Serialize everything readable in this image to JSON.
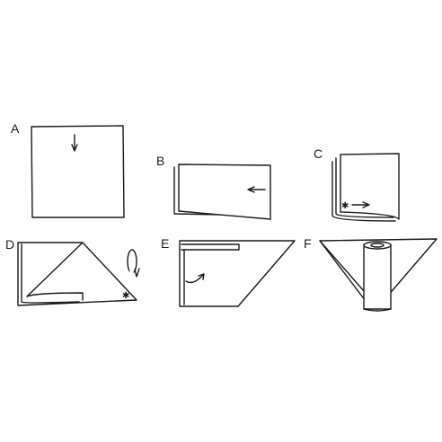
{
  "diagram": {
    "steps": [
      {
        "id": "A",
        "label": "A"
      },
      {
        "id": "B",
        "label": "B"
      },
      {
        "id": "C",
        "label": "C"
      },
      {
        "id": "D",
        "label": "D"
      },
      {
        "id": "E",
        "label": "E"
      },
      {
        "id": "F",
        "label": "F"
      }
    ],
    "line_color": "#1a1a1a",
    "background": "#ffffff",
    "marker_symbol": "✱"
  }
}
